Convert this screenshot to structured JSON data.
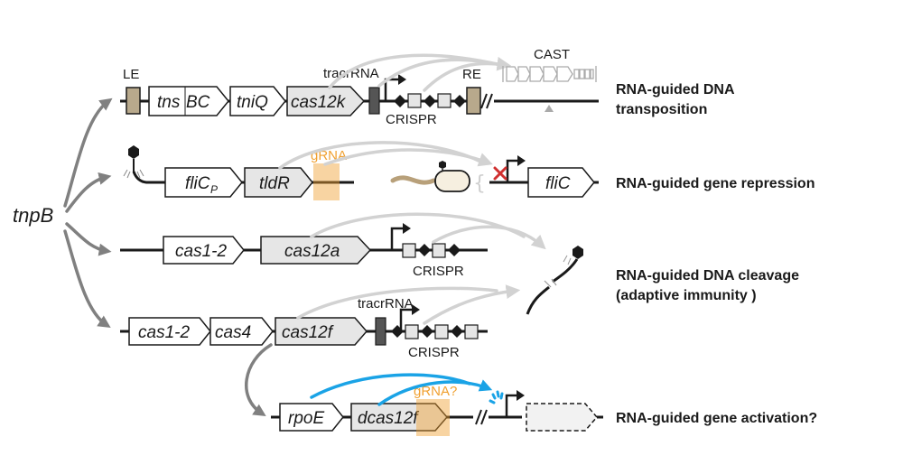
{
  "root_label": "tnpB",
  "rows": [
    {
      "genes": [
        "tns",
        "BC",
        "tniQ",
        "cas12k"
      ],
      "labels": {
        "le": "LE",
        "tracr": "tracrRNA",
        "re": "RE",
        "crispr": "CRISPR",
        "cast": "CAST"
      },
      "outcome": [
        "RNA-guided DNA",
        "transposition"
      ]
    },
    {
      "genes": [
        "fliC",
        "P",
        "tldR",
        "fliC"
      ],
      "labels": {
        "grna": "gRNA"
      },
      "outcome": [
        "RNA-guided gene repression"
      ]
    },
    {
      "genes": [
        "cas1-2",
        "cas12a"
      ],
      "labels": {
        "crispr": "CRISPR"
      },
      "outcome": [
        "RNA-guided DNA cleavage",
        "(adaptive immunity )"
      ]
    },
    {
      "genes": [
        "cas1-2",
        "cas4",
        "cas12f"
      ],
      "labels": {
        "tracr": "tracrRNA",
        "crispr": "CRISPR"
      },
      "outcome": []
    },
    {
      "genes": [
        "rpoE",
        "dcas12f"
      ],
      "labels": {
        "grna": "gRNA?"
      },
      "outcome": [
        "RNA-guided gene activation?"
      ]
    }
  ],
  "colors": {
    "black": "#1a1a1a",
    "gene_fill": "#ffffff",
    "cas_fill": "#e6e6e6",
    "end_box": "#b8a98c",
    "tracr_box": "#555555",
    "arc_gray": "#d2d2d2",
    "arrow_gray": "#808080",
    "orange": "#f0a030",
    "blue": "#1aa3e6",
    "red_x": "#d03030"
  }
}
